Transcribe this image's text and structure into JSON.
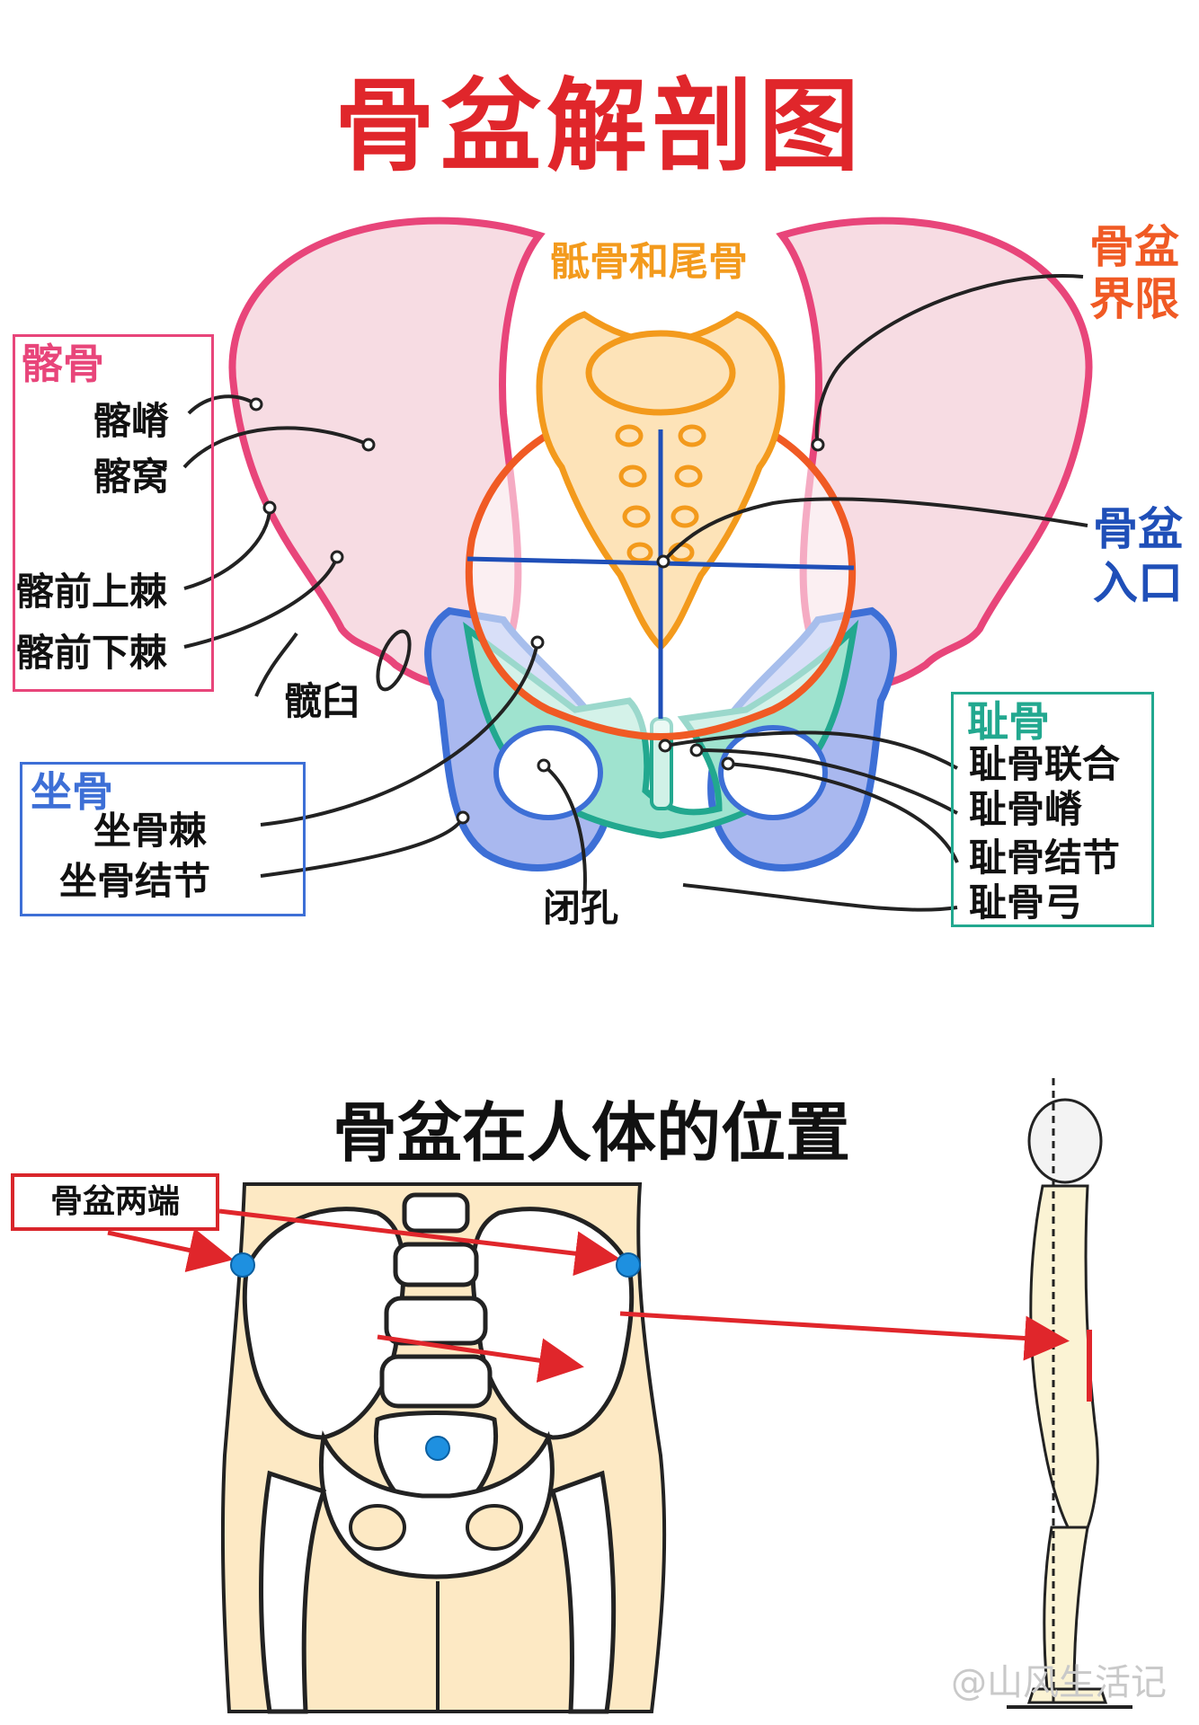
{
  "title": "骨盆解剖图",
  "subtitle": "骨盆在人体的位置",
  "groups": {
    "ilium": {
      "title": "髂骨",
      "items": [
        "髂嵴",
        "髂窝",
        "髂前上棘",
        "髂前下棘"
      ]
    },
    "ischium": {
      "title": "坐骨",
      "items": [
        "坐骨棘",
        "坐骨结节"
      ]
    },
    "pubis": {
      "title": "耻骨",
      "items": [
        "耻骨联合",
        "耻骨嵴",
        "耻骨结节",
        "耻骨弓"
      ]
    }
  },
  "labels": {
    "sacrum_coccyx": "骶骨和尾骨",
    "pelvic_boundary": [
      "骨盆",
      "界限"
    ],
    "pelvic_inlet": [
      "骨盆",
      "入口"
    ],
    "acetabulum": "髋臼",
    "obturator": "闭孔",
    "pelvis_ends": "骨盆两端"
  },
  "watermark": "@山风生活记",
  "colors": {
    "title": "#e0262b",
    "ilium": "#e8457a",
    "ilium_fill": "#f7dce3",
    "sacrum": "#f39a1c",
    "sacrum_fill": "#fde3b8",
    "ischium": "#3d6fd6",
    "ischium_fill": "#a9b8ef",
    "pubis": "#22a88f",
    "pubis_fill": "#9fe3cf",
    "inlet": "#1f4fb8",
    "boundary": "#f05a24",
    "arrow": "#e0262b",
    "marker": "#1e90e0",
    "body_fill": "#fde9c4"
  }
}
